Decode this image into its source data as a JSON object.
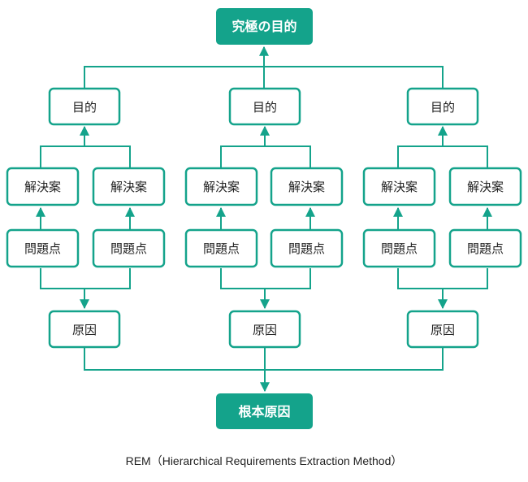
{
  "colors": {
    "teal": "#14a38b",
    "text_dark": "#222222",
    "white": "#ffffff"
  },
  "nodes": {
    "ultimate_goal": "究極の目的",
    "goal": "目的",
    "solution": "解決案",
    "problem": "問題点",
    "cause": "原因",
    "root_cause": "根本原因"
  },
  "caption": "REM（Hierarchical Requirements Extraction Method）"
}
